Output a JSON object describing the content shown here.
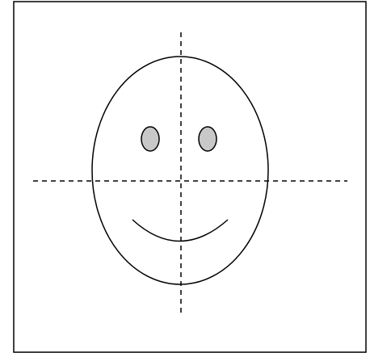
{
  "diagram": {
    "elements": [
      "frame",
      "vertical-axis",
      "horizontal-axis",
      "face-outline",
      "left-eye",
      "right-eye",
      "mouth"
    ]
  },
  "colors": {
    "background": "#ffffff",
    "stroke": "#000000",
    "eye_fill": "#c8c8c8"
  }
}
